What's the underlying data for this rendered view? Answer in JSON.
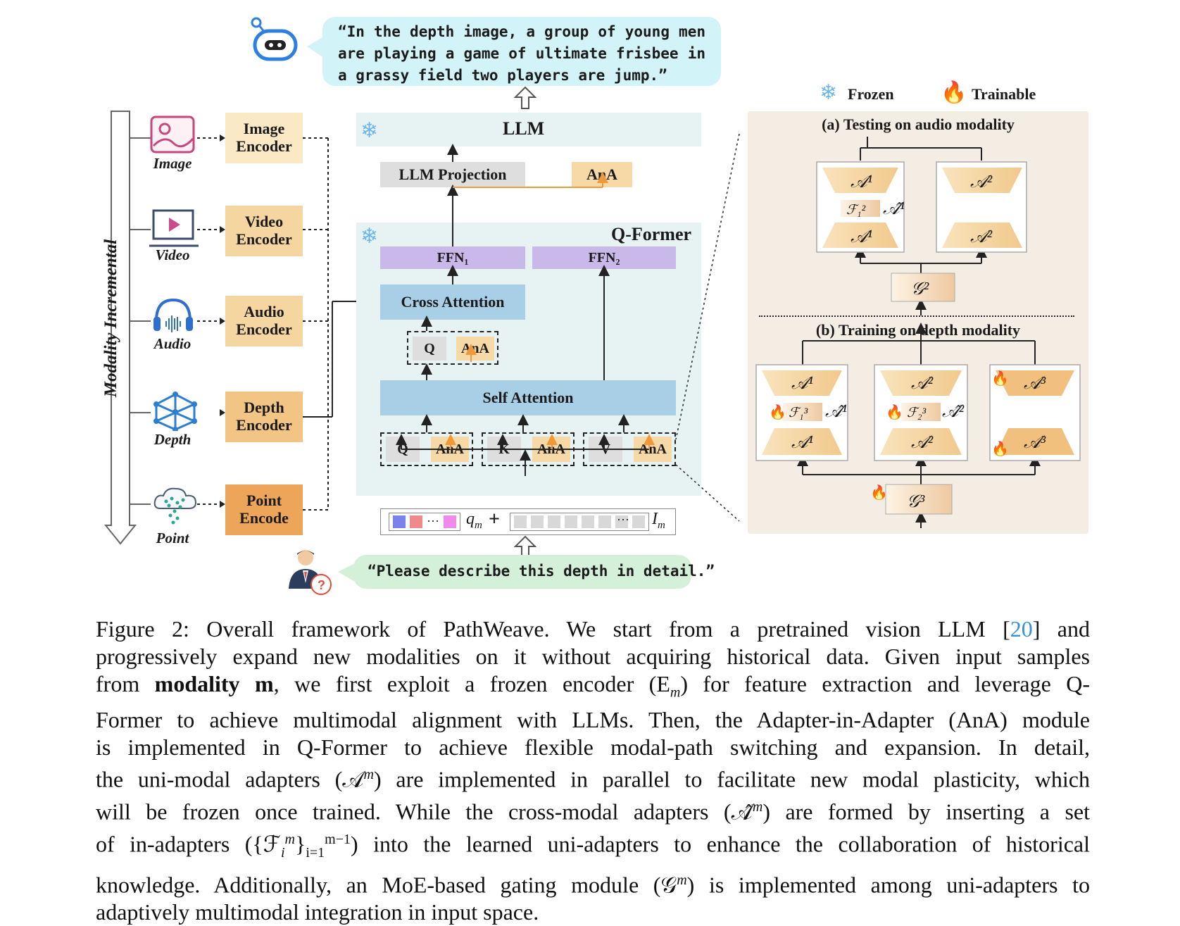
{
  "figure": {
    "axis_label": "Modality Incremental",
    "modalities": [
      {
        "name": "Image",
        "encoder": "Image\nEncoder"
      },
      {
        "name": "Video",
        "encoder": "Video\nEncoder"
      },
      {
        "name": "Audio",
        "encoder": "Audio\nEncoder"
      },
      {
        "name": "Depth",
        "encoder": "Depth\nEncoder"
      },
      {
        "name": "Point",
        "encoder": "Point\nEncode"
      }
    ],
    "output_bubble": "“In the depth image, a group of young men are playing a game of ultimate frisbee in a grassy field two players are jump.”",
    "input_bubble": "“Please describe this depth in detail.”",
    "llm": {
      "title": "LLM",
      "projection": "LLM Projection",
      "ana": "AnA"
    },
    "qformer": {
      "title": "Q-Former",
      "ffn1": "FFN₁",
      "ffn2": "FFN₂",
      "cross_attention": "Cross Attention",
      "self_attention": "Self Attention",
      "q": "Q",
      "k": "K",
      "v": "V",
      "ana": "AnA",
      "qm": "q",
      "qm_sub": "m",
      "im": "I",
      "im_sub": "m"
    },
    "legend": {
      "frozen": "Frozen",
      "trainable": "Trainable"
    },
    "panel_a_title": "(a) Testing on audio modality",
    "panel_b_title": "(b) Training on depth modality",
    "colors": {
      "accent_orange": "#eda55a",
      "frozen_blue": "#6fb6e6",
      "qformer_bg": "#e7f3f3",
      "bubble_blue": "#d2f3f7",
      "bubble_green": "#d4f0d8"
    }
  },
  "caption": {
    "lines": [
      [
        "Figure 2: Overall framework of PathWeave.  We start from a pretrained vision LLM [",
        "20",
        "] and"
      ],
      [
        "progressively expand new modalities on it without acquiring historical data. Given input samples"
      ],
      [
        "from ",
        "modality m",
        ", we first exploit a frozen encoder (E",
        "m",
        ") for feature extraction and leverage Q-"
      ],
      [
        "Former to achieve multimodal alignment with LLMs. Then, the Adapter-in-Adapter (AnA) module"
      ],
      [
        "is implemented in Q-Former to achieve flexible modal-path switching and expansion.  In detail,"
      ],
      [
        "the uni-modal adapters (𝒜",
        "m",
        ") are implemented in parallel to facilitate new modal plasticity, which"
      ],
      [
        "will be frozen once trained.  While the cross-modal adapters (𝒜̂",
        "m",
        ") are formed by inserting a set"
      ],
      [
        "of in-adapters ({ℱ",
        "i",
        "m",
        "}",
        "i=1",
        "m−1",
        ") into the learned uni-adapters to enhance the collaboration of historical"
      ],
      [
        "knowledge. Additionally, an MoE-based gating module (𝒢",
        "m",
        ") is implemented among uni-adapters to"
      ],
      [
        "adaptively multimodal integration in input space."
      ]
    ]
  }
}
